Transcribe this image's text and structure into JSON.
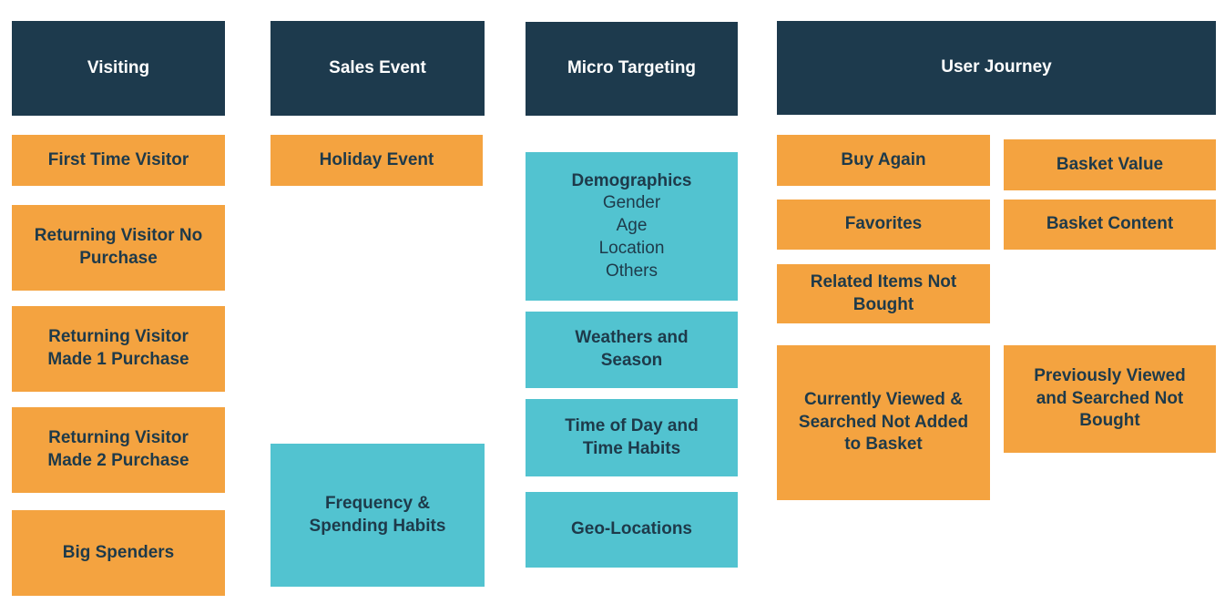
{
  "headers": {
    "visiting": "Visiting",
    "sales_event": "Sales Event",
    "micro_targeting": "Micro Targeting",
    "user_journey": "User Journey"
  },
  "visiting": {
    "first_time": "First Time Visitor",
    "returning_no_purchase": "Returning Visitor No\nPurchase",
    "returning_1": "Returning Visitor\nMade  1 Purchase",
    "returning_2": "Returning Visitor\nMade  2 Purchase",
    "big_spenders": "Big Spenders"
  },
  "sales_event": {
    "holiday": "Holiday Event",
    "frequency": "Frequency &\nSpending Habits"
  },
  "micro_targeting": {
    "demographics": {
      "title": "Demographics",
      "items": [
        "Gender",
        "Age",
        "Location",
        "Others"
      ]
    },
    "weather": "Weathers and\nSeason",
    "time_of_day": "Time of Day and\nTime Habits",
    "geo": "Geo-Locations"
  },
  "user_journey": {
    "buy_again": "Buy Again",
    "basket_value": "Basket Value",
    "favorites": "Favorites",
    "basket_content": "Basket Content",
    "related_items": "Related Items Not\nBought",
    "currently_viewed": "Currently Viewed &\nSearched Not Added\nto Basket",
    "previously_viewed": "Previously Viewed\nand Searched Not\nBought"
  },
  "colors": {
    "header": "#1d3a4d",
    "orange": "#f4a340",
    "teal": "#52c3d0",
    "text_dark": "#1e3a4a"
  }
}
